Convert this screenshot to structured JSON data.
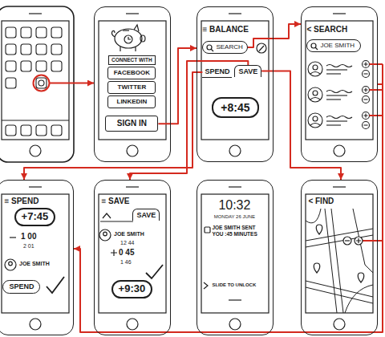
{
  "diagram": {
    "nodes": [
      {
        "text": [
          "CONNECT WITH"
        ]
      },
      {
        "text": [
          "FACEBOOK"
        ],
        "in": 0
      },
      {
        "text": [
          "TWITTER"
        ],
        "in": 0
      },
      {
        "text": [
          "LINKEDIN"
        ],
        "in": 0
      },
      {
        "text": [
          "SIGN IN"
        ],
        "in": 0
      },
      {
        "text": [
          "≡ BALANCE"
        ]
      },
      {
        "text": [
          "SEARCH"
        ],
        "in": 5
      },
      {
        "text": [
          "SPEND"
        ],
        "in": 5
      },
      {
        "text": [
          "SAVE"
        ],
        "in": 5
      },
      {
        "text": [
          "+8:45"
        ],
        "in": 5
      },
      {
        "text": [
          "< SEARCH"
        ]
      },
      {
        "text": [
          "JOE SMITH"
        ],
        "in": 10
      },
      {
        "text": [
          "≡ SPEND"
        ]
      },
      {
        "text": [
          "+7:45"
        ],
        "in": 12
      },
      {
        "text": [
          "SPEND"
        ],
        "in": 12
      },
      {
        "text": [
          "≡ SAVE"
        ]
      },
      {
        "text": [
          "SAVE"
        ],
        "in": 15
      },
      {
        "text": [
          "+9:30"
        ],
        "in": 15
      },
      {
        "text": [
          "10:32",
          "MONDAY 26 JUNE",
          "JOE SMITH SENT YOU :45 MINUTES",
          "SLIDE TO UNLOCK"
        ]
      },
      {
        "text": [
          "< FIND"
        ]
      }
    ],
    "edges": [
      {
        "from": 4,
        "to": 5,
        "arrow": "to"
      },
      {
        "from": 6,
        "to": 10,
        "arrow": "to"
      },
      {
        "from": 7,
        "to": 12,
        "arrow": "to"
      },
      {
        "from": 8,
        "to": 15,
        "arrow": "to"
      },
      {
        "from": 8,
        "to": 19,
        "arrow": "to"
      },
      {
        "from": 10,
        "to": 12,
        "arrow": "to"
      }
    ],
    "labels": [
      "1 00",
      "2 01",
      "JOE SMITH",
      "JOE SMITH",
      "12 44",
      "0 45",
      "1 46"
    ]
  }
}
